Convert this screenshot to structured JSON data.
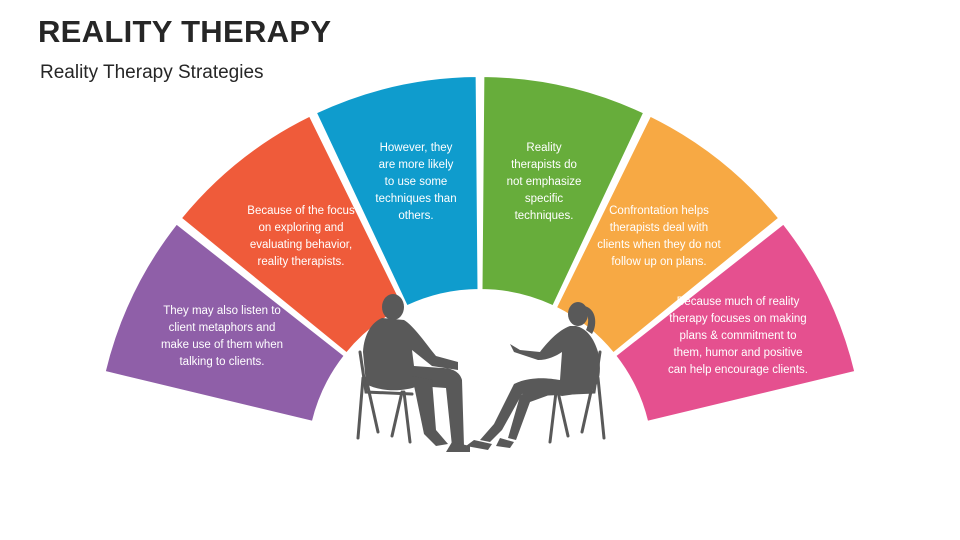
{
  "header": {
    "title": "REALITY THERAPY",
    "subtitle": "Reality Therapy Strategies"
  },
  "segments": [
    {
      "color": "#8f5fa8",
      "text": "They may also listen to\nclient metaphors and\nmake use of them when\ntalking to clients."
    },
    {
      "color": "#ef5b3a",
      "text": "Because of the focus\non exploring and\nevaluating behavior,\nreality therapists."
    },
    {
      "color": "#0f9ccd",
      "text": "However, they\nare more likely\nto use some\ntechniques than\nothers."
    },
    {
      "color": "#67ad3b",
      "text": "Reality\ntherapists do\nnot emphasize\nspecific\ntechniques."
    },
    {
      "color": "#f7a944",
      "text": "Confrontation helps\ntherapists deal with\nclients when they do not\nfollow up on plans."
    },
    {
      "color": "#e5508f",
      "text": "Because much of reality\ntherapy focuses on making\nplans & commitment to\nthem, humor and positive\ncan help encourage clients."
    }
  ],
  "illustration": {
    "icon": "therapy-session-silhouette-icon",
    "color": "#595959"
  }
}
